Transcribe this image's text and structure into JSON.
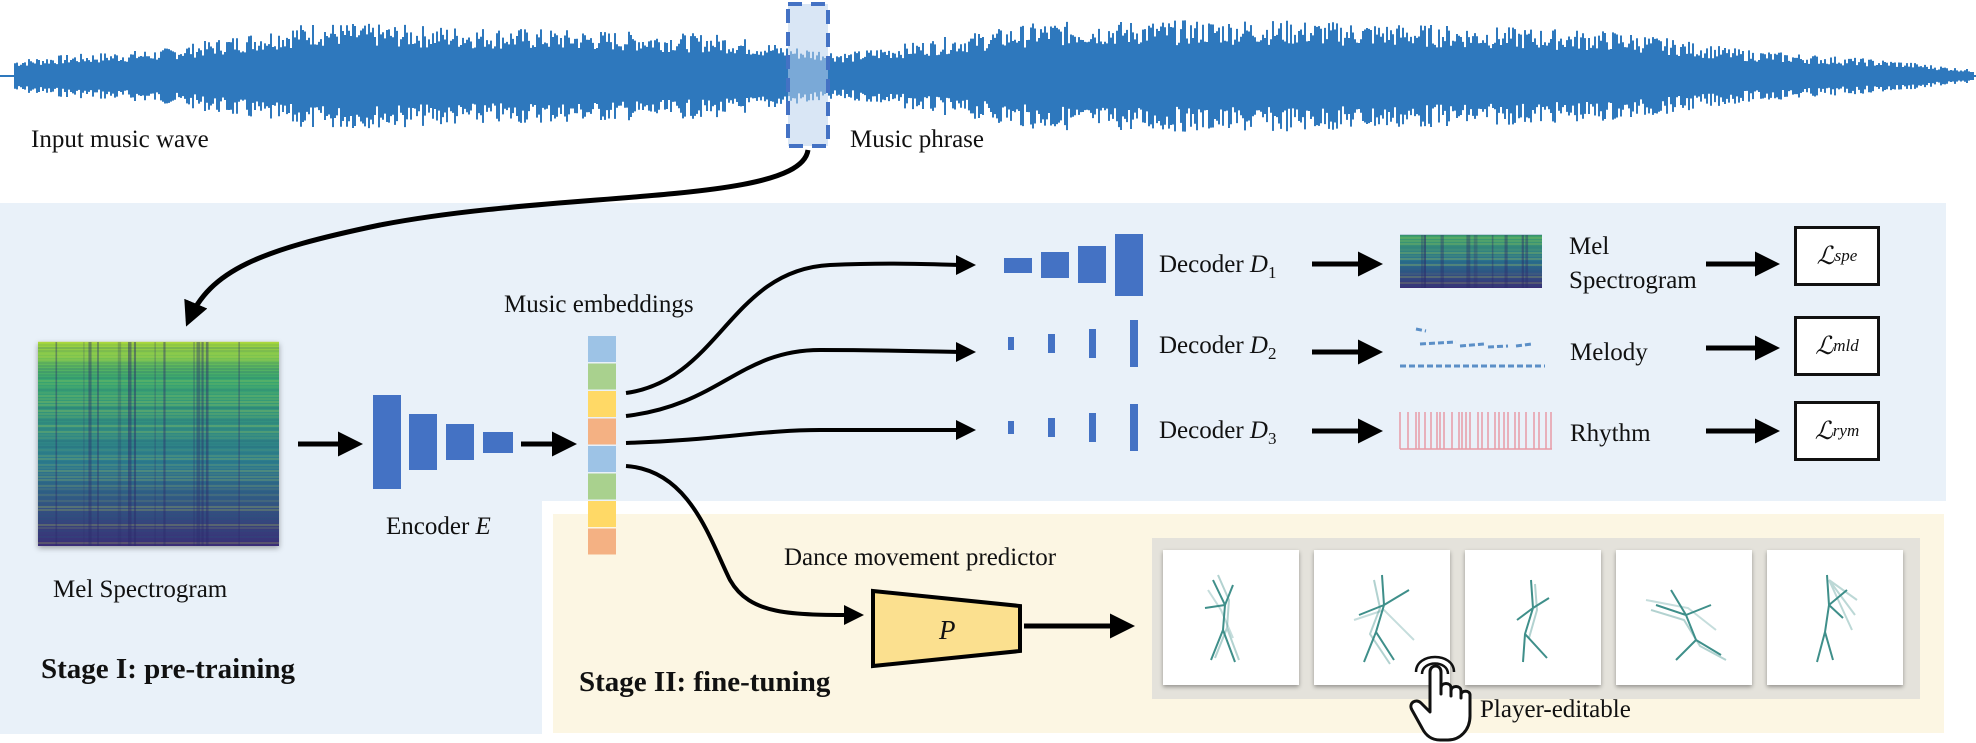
{
  "labels": {
    "input_wave": "Input music wave",
    "music_phrase": "Music phrase",
    "music_embeddings": "Music embeddings",
    "mel_spectrogram_input": "Mel  Spectrogram",
    "encoder": "Encoder ",
    "encoder_symbol": "E",
    "stage1": "Stage I: pre-training",
    "stage2": "Stage II: fine-tuning",
    "dance_predictor": "Dance movement predictor",
    "predictor_symbol": "P",
    "player_editable": "Player-editable",
    "decoder": "Decoder ",
    "decoder1_sub": "1",
    "decoder2_sub": "2",
    "decoder3_sub": "3",
    "decoder_symbol": "D",
    "output_mel_line1": "Mel",
    "output_mel_line2": "Spectrogram",
    "output_melody": "Melody",
    "output_rhythm": "Rhythm",
    "loss_symbol": "ℒ",
    "loss1_sub": "spe",
    "loss2_sub": "mld",
    "loss3_sub": "rym"
  },
  "colors": {
    "waveform": "#2e78bd",
    "stage1_bg": "#e9f1f9",
    "stage2_bg": "#fcf6e3",
    "block_blue": "#4472c4",
    "predictor_fill": "#fbe08f",
    "embedding_cells": [
      "#9dc3e6",
      "#a9d18e",
      "#ffd966",
      "#f4b183",
      "#9dc3e6",
      "#a9d18e",
      "#ffd966",
      "#f4b183"
    ]
  },
  "icons": {
    "pointer": "hand-pointer-icon"
  }
}
